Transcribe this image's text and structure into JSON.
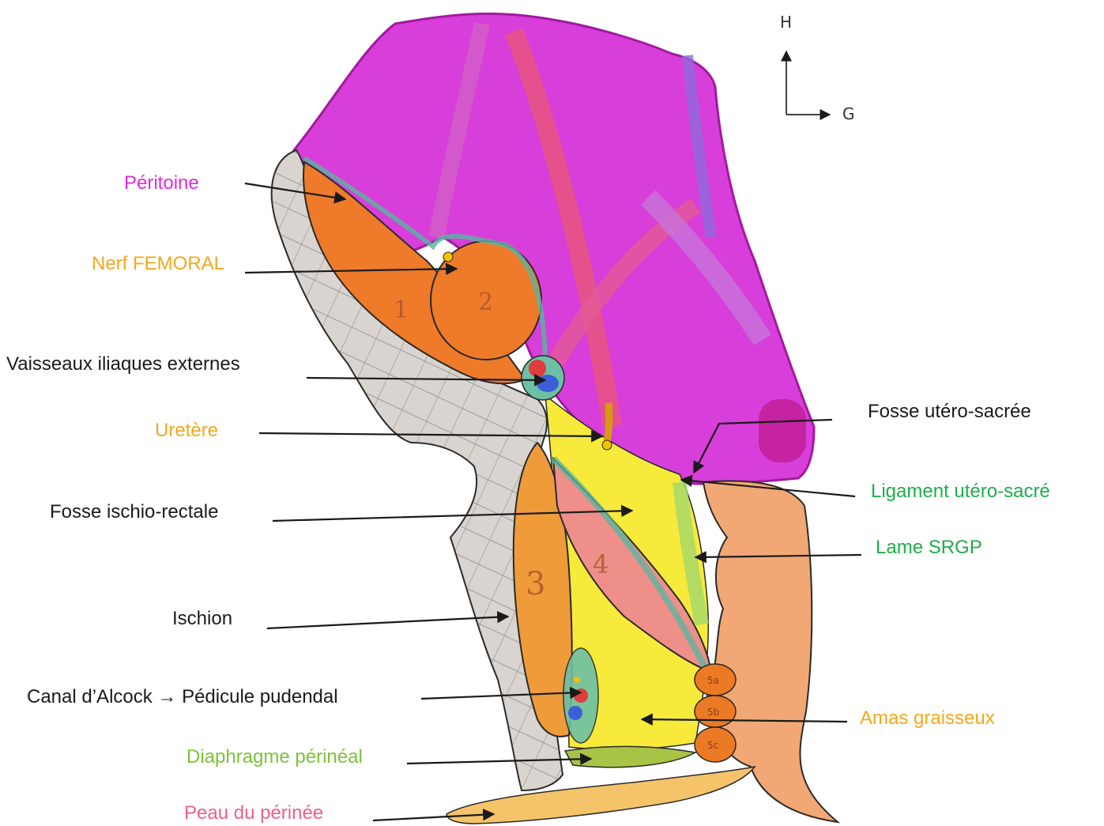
{
  "orientation": {
    "up": "H",
    "right": "G"
  },
  "colors": {
    "peritoine": "#e02ad8",
    "femoral": "#f4a81c",
    "black": "#1a1a1a",
    "green": "#1fae4b",
    "lightgreen": "#7cc23a",
    "pink": "#ee5f87"
  },
  "labels": {
    "peritoine": "Péritoine",
    "nerf_femoral": "Nerf FEMORAL",
    "vaisseaux": "Vaisseaux iliaques externes",
    "uretere": "Uretère",
    "fosse_ischio": "Fosse ischio-rectale",
    "ischion": "Ischion",
    "canal_alcock": "Canal d’Alcock → Pédicule pudendal",
    "diaphragme": "Diaphragme périnéal",
    "peau": "Peau du périnée",
    "fosse_utero": "Fosse utéro-sacrée",
    "ligament_utero": "Ligament utéro-sacré",
    "lame_srgp": "Lame SRGP",
    "amas": "Amas graisseux"
  },
  "drawing_numbers": {
    "n1": "1",
    "n2": "2",
    "n3": "3",
    "n4": "4",
    "n5a": "5a",
    "n5b": "5b",
    "n5c": "5c"
  }
}
